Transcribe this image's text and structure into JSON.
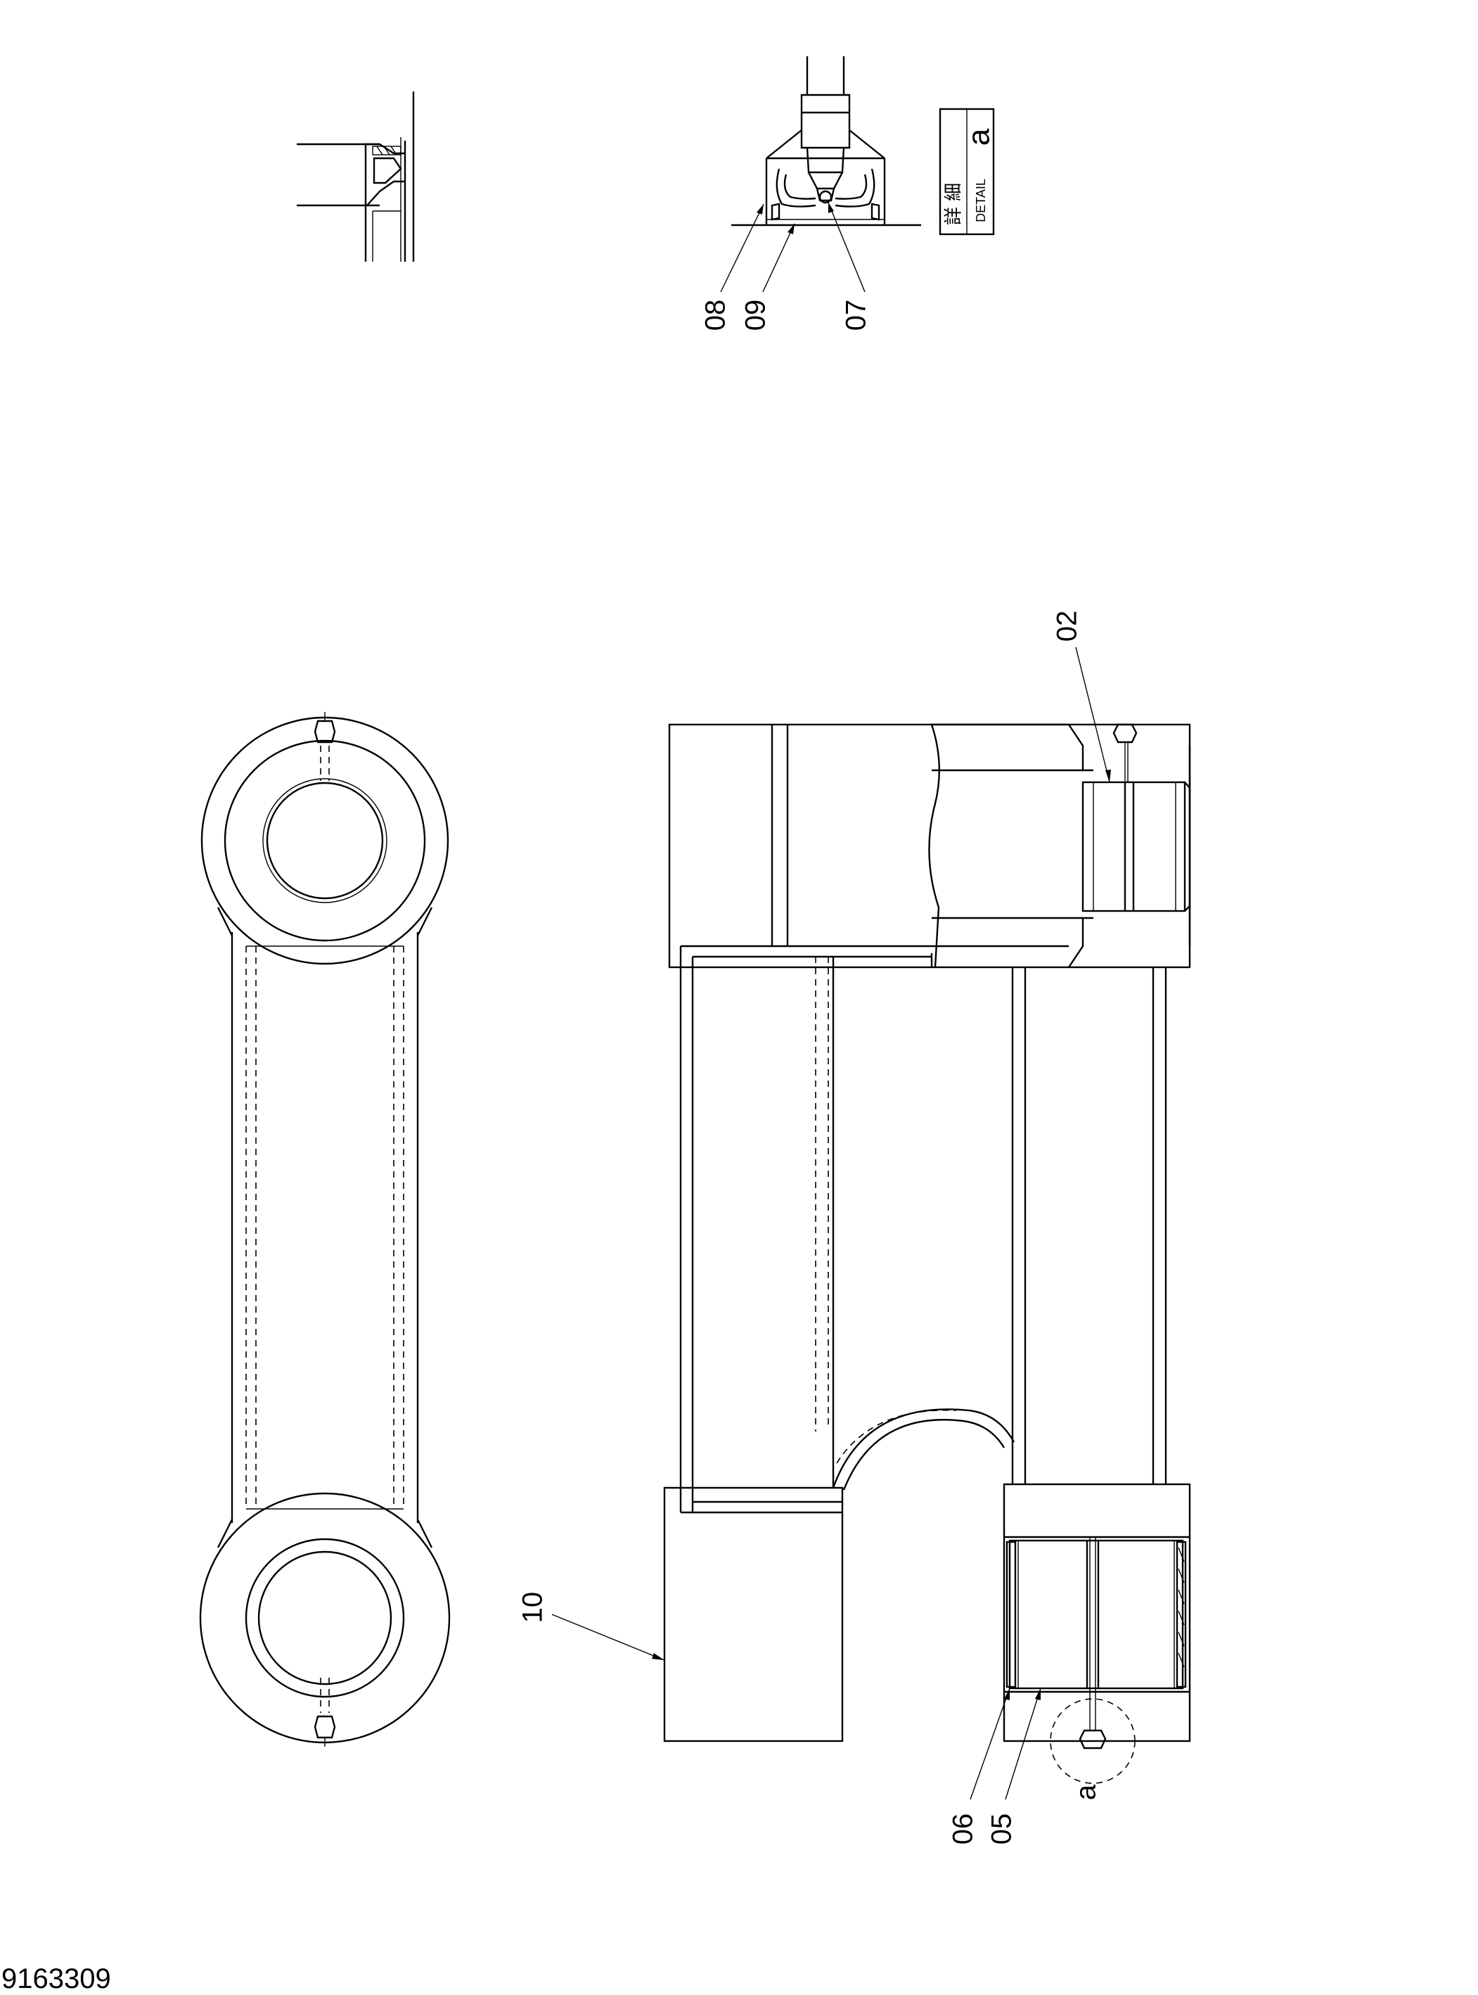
{
  "drawing_number": "9163309",
  "detail_box": {
    "letter": "a",
    "kanji": "詳 細",
    "label": "DETAIL"
  },
  "detail_marker": "a",
  "part_callouts": {
    "p02": "02",
    "p05": "05",
    "p06": "06",
    "p07": "07",
    "p08": "08",
    "p09": "09",
    "p10": "10"
  }
}
